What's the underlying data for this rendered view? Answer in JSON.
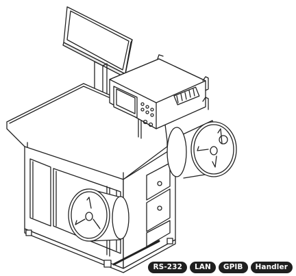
{
  "badges": [
    "RS-232",
    "LAN",
    "GPIB",
    "Handler"
  ]
}
